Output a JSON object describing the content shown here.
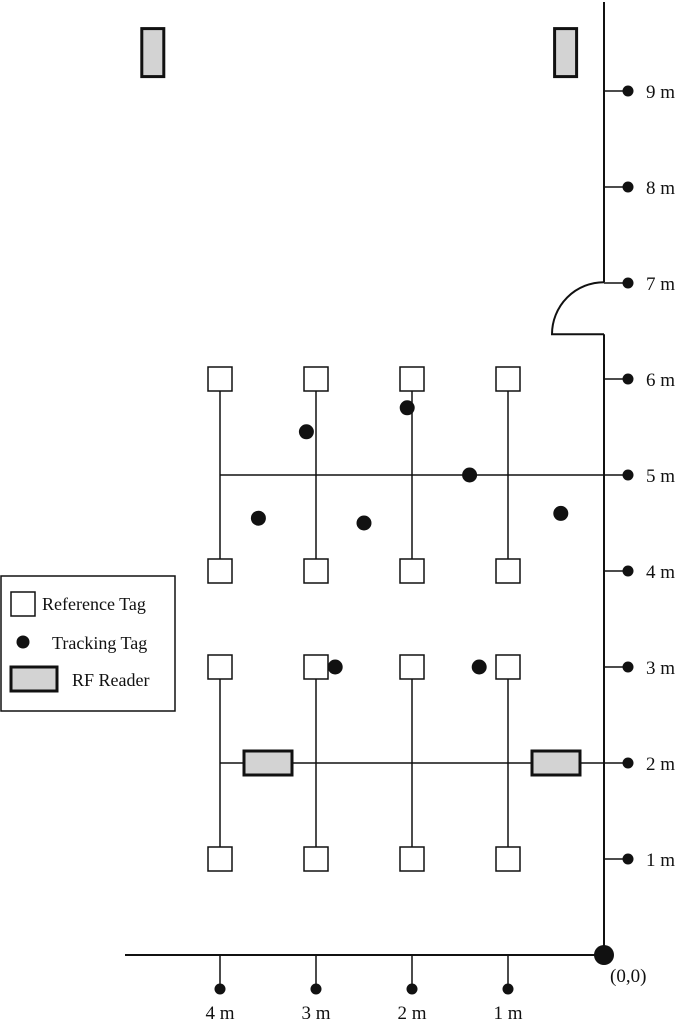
{
  "diagram": {
    "origin_label": "(0,0)",
    "y_axis": {
      "ticks": [
        {
          "value": 1,
          "label": "1 m"
        },
        {
          "value": 2,
          "label": "2 m"
        },
        {
          "value": 3,
          "label": "3 m"
        },
        {
          "value": 4,
          "label": "4 m"
        },
        {
          "value": 5,
          "label": "5 m"
        },
        {
          "value": 6,
          "label": "6 m"
        },
        {
          "value": 7,
          "label": "7 m"
        },
        {
          "value": 8,
          "label": "8 m"
        },
        {
          "value": 9,
          "label": "9 m"
        }
      ]
    },
    "x_axis": {
      "ticks": [
        {
          "value": 4,
          "label": "4 m"
        },
        {
          "value": 3,
          "label": "3 m"
        },
        {
          "value": 2,
          "label": "2 m"
        },
        {
          "value": 1,
          "label": "1 m"
        }
      ]
    },
    "reference_tags_x": [
      4,
      3,
      2,
      1
    ],
    "reference_tag_rows_y": [
      1,
      3,
      4,
      6
    ],
    "tracking_tags": [
      {
        "x": 3.1,
        "y": 5.45
      },
      {
        "x": 2.05,
        "y": 5.7
      },
      {
        "x": 1.4,
        "y": 5.0
      },
      {
        "x": 3.6,
        "y": 4.55
      },
      {
        "x": 2.5,
        "y": 4.5
      },
      {
        "x": 0.45,
        "y": 4.6
      },
      {
        "x": 2.8,
        "y": 3.0
      },
      {
        "x": 1.3,
        "y": 3.0
      }
    ],
    "rf_readers": [
      {
        "x": 3.5,
        "y": 2.0,
        "orientation": "horizontal"
      },
      {
        "x": 0.5,
        "y": 2.0,
        "orientation": "horizontal"
      },
      {
        "x": 4.7,
        "y": 9.4,
        "orientation": "vertical"
      },
      {
        "x": 0.4,
        "y": 9.4,
        "orientation": "vertical"
      }
    ],
    "door": {
      "y": 6.55
    }
  },
  "legend": {
    "items": [
      {
        "label": "Reference Tag",
        "symbol": "square"
      },
      {
        "label": "Tracking Tag",
        "symbol": "dot"
      },
      {
        "label": "RF Reader",
        "symbol": "reader"
      }
    ]
  },
  "colors": {
    "stroke": "#111111",
    "reader_fill": "#d3d3d3",
    "background": "#ffffff"
  }
}
